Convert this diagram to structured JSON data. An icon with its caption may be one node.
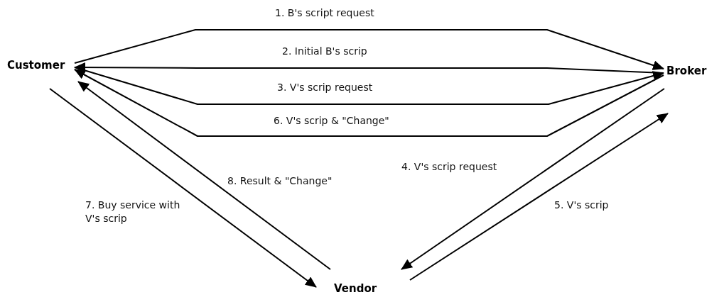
{
  "diagram": {
    "nodes": [
      {
        "text": [
          "Customer"
        ]
      },
      {
        "text": [
          "Broker"
        ]
      },
      {
        "text": [
          "Vendor"
        ]
      }
    ],
    "edges": [
      {
        "from": 0,
        "to": 1,
        "arrow": "to",
        "label": "1. B's script request"
      },
      {
        "from": 1,
        "to": 0,
        "arrow": "to",
        "label": "2. Initial B's scrip"
      },
      {
        "from": 0,
        "to": 1,
        "arrow": "to",
        "label": "3. V's scrip request"
      },
      {
        "from": 1,
        "to": 0,
        "arrow": "to",
        "label": "6. V's scrip & \"Change\""
      },
      {
        "from": 1,
        "to": 2,
        "arrow": "to",
        "label": "4. V's scrip request"
      },
      {
        "from": 2,
        "to": 1,
        "arrow": "to",
        "label": "5. V's scrip"
      },
      {
        "from": 2,
        "to": 0,
        "arrow": "to",
        "label": "8. Result & \"Change\""
      },
      {
        "from": 0,
        "to": 2,
        "arrow": "to",
        "label": "7. Buy service with V's scrip"
      }
    ]
  }
}
